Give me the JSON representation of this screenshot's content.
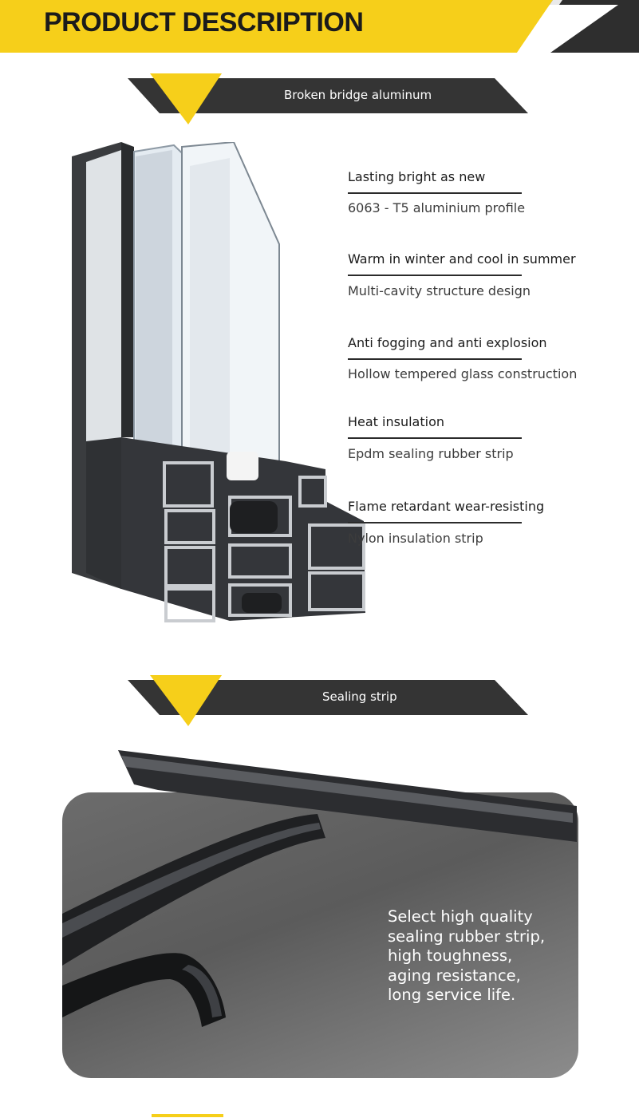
{
  "header": {
    "title": "PRODUCT DESCRIPTION"
  },
  "sections": {
    "aluminum": {
      "label": "Broken bridge aluminum"
    },
    "sealing": {
      "label": "Sealing strip"
    }
  },
  "features": [
    {
      "title": "Lasting bright as new",
      "desc": "6063 - T5 aluminium profile"
    },
    {
      "title": "Warm in winter and cool in summer",
      "desc": "Multi-cavity structure design"
    },
    {
      "title": "Anti fogging and anti explosion",
      "desc": "Hollow tempered glass construction"
    },
    {
      "title": "Heat insulation",
      "desc": "Epdm sealing rubber strip"
    },
    {
      "title": "Flame retardant wear-resisting",
      "desc": "Nylon insulation strip"
    }
  ],
  "sealing_text": [
    "Select high quality",
    "sealing rubber strip,",
    "high toughness,",
    "aging resistance,",
    "long service life."
  ],
  "colors": {
    "accent": "#f6cf1a",
    "dark": "#2e2e2e",
    "frame": "#3a3c3f"
  }
}
